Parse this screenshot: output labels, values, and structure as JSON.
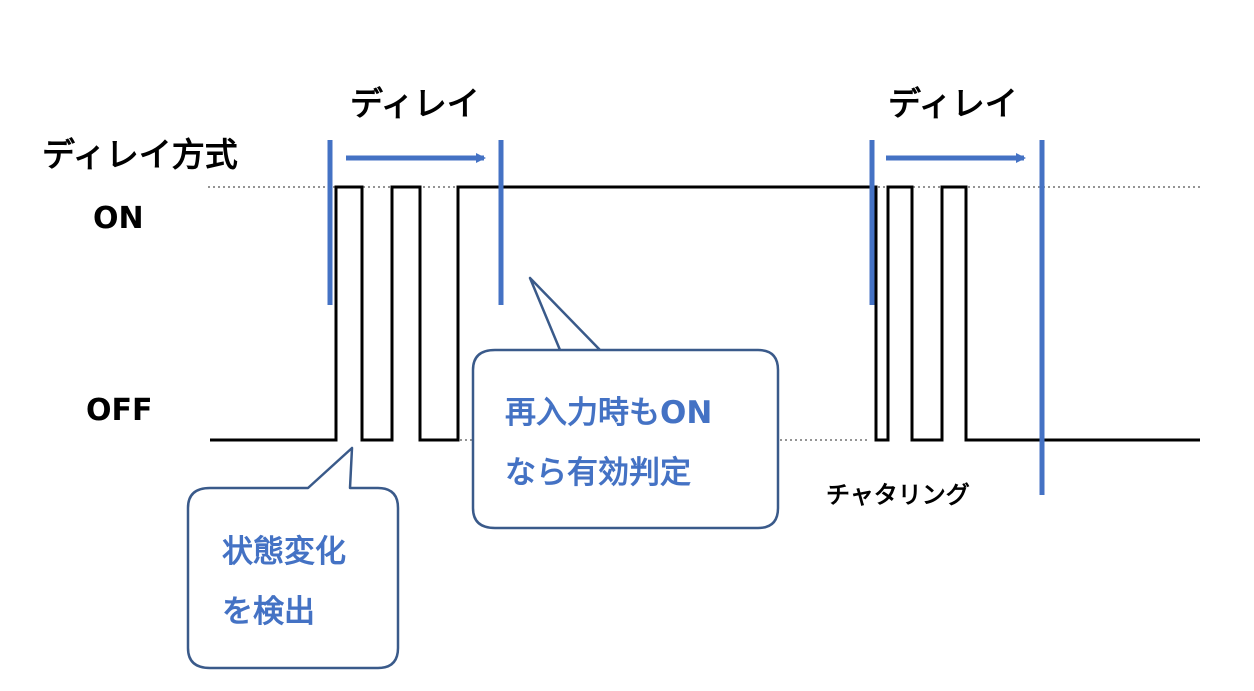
{
  "title": "ディレイ方式",
  "levels": {
    "on": "ON",
    "off": "OFF"
  },
  "delay_labels": [
    "ディレイ",
    "ディレイ"
  ],
  "chattering_label": "チャタリング",
  "callouts": {
    "state_change": [
      "状態変化",
      "を検出"
    ],
    "reinput": [
      "再入力時もON",
      "なら有効判定"
    ]
  },
  "colors": {
    "accent": "#4472C4",
    "signal": "#000000",
    "callout_border": "#3A5A8A",
    "callout_text": "#4472C4"
  }
}
